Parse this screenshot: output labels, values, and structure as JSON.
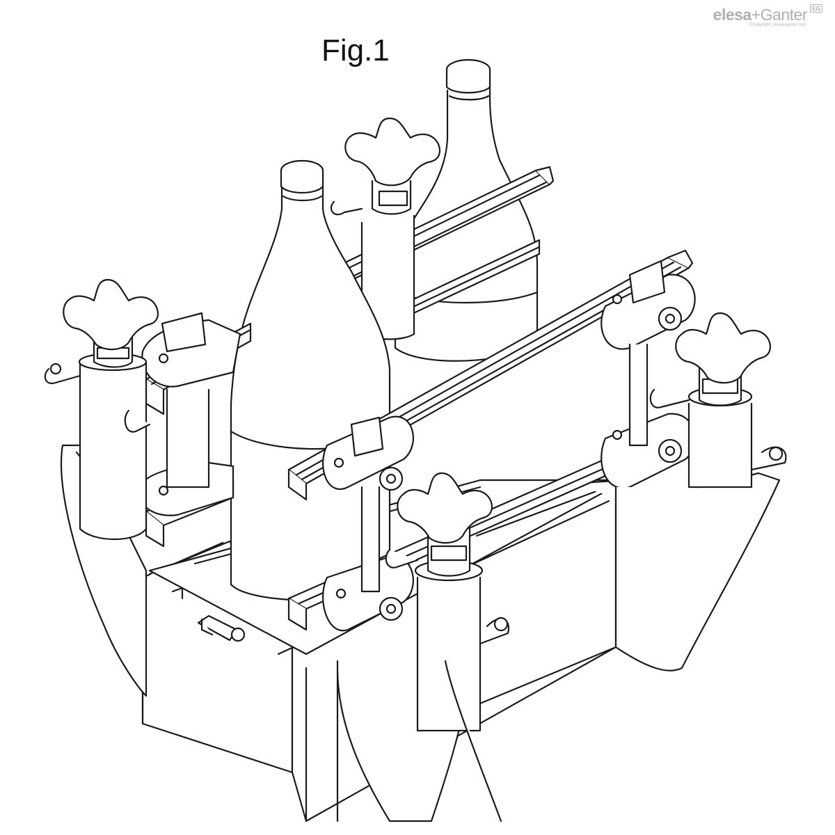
{
  "figure": {
    "title": "Fig.1"
  },
  "brand": {
    "name_part1": "elesa",
    "name_part2": "+Ganter",
    "badge": "EG",
    "copyright": "©Copyright | elesa-ganter.com",
    "color": "#b0b0b0"
  },
  "drawing": {
    "stroke_color": "#1a1a1a",
    "fill_color": "#ffffff",
    "components": [
      "bottle",
      "bottle",
      "star-knob",
      "star-knob",
      "star-knob",
      "star-knob",
      "profile-rail",
      "profile-rail",
      "profile-rail",
      "profile-rail",
      "clamp-block",
      "support-plate"
    ]
  }
}
